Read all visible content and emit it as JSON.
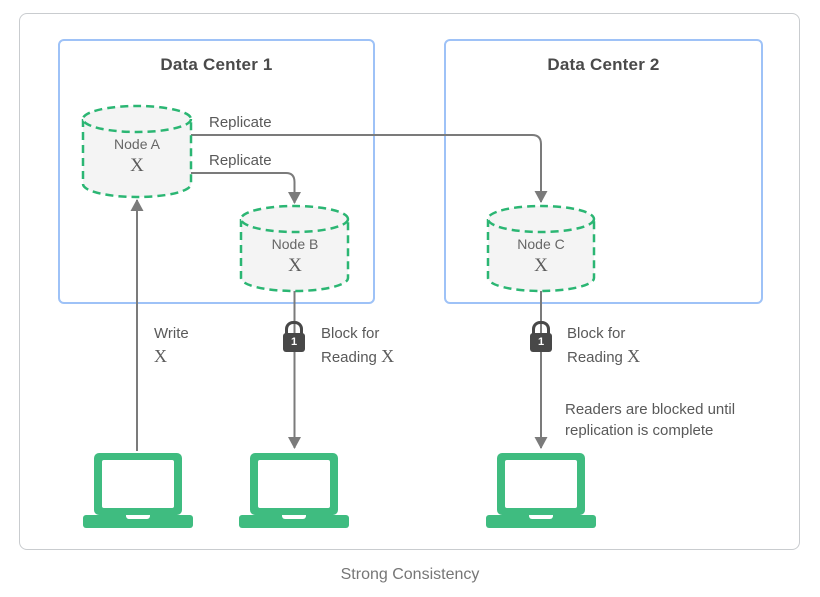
{
  "title": "Strong Consistency",
  "data_centers": [
    {
      "label": "Data Center 1"
    },
    {
      "label": "Data Center 2"
    }
  ],
  "nodes": [
    {
      "name": "Node A",
      "value": "X"
    },
    {
      "name": "Node B",
      "value": "X"
    },
    {
      "name": "Node C",
      "value": "X"
    }
  ],
  "edges": {
    "replicate_label": "Replicate",
    "write": {
      "label": "Write",
      "value": "X"
    },
    "block": {
      "line1": "Block for",
      "line2": "Reading",
      "value": "X"
    },
    "note": {
      "line1": "Readers are blocked until",
      "line2": "replication is complete"
    }
  },
  "lock": {
    "badge": "1"
  },
  "colors": {
    "node_stroke_green": "#2bb673",
    "node_fill": "#f4f4f4",
    "laptop_green": "#3fbc80",
    "datacenter_border_blue": "#9ec2f7",
    "arrow_gray": "#7b7b7b",
    "lock_gray": "#484848",
    "text_gray": "#595959"
  }
}
